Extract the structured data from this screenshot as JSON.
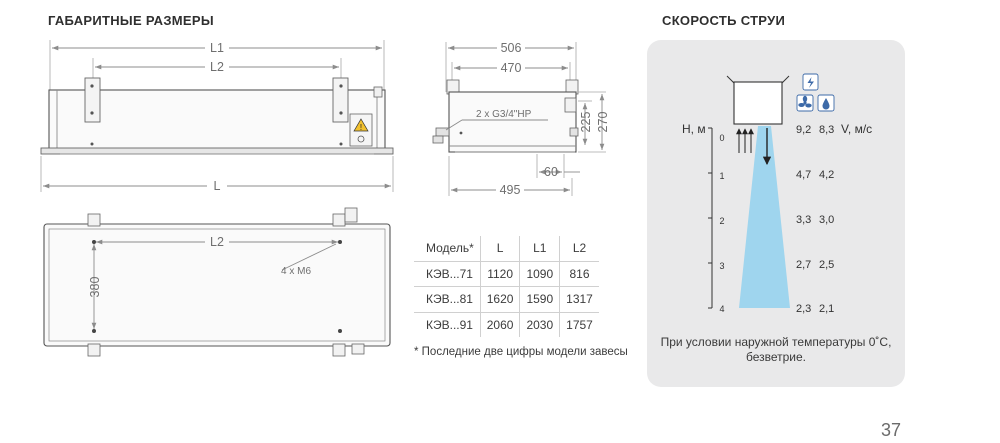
{
  "headings": {
    "dimensions": "ГАБАРИТНЫЕ РАЗМЕРЫ",
    "jet_speed": "СКОРОСТЬ СТРУИ"
  },
  "drawing_labels": {
    "l1": "L1",
    "l2": "L2",
    "l": "L",
    "d506": "506",
    "d470": "470",
    "d495": "495",
    "d60": "60",
    "d225": "225",
    "d270": "270",
    "d380": "380",
    "connection": "2 x G3/4\"HP",
    "bolts": "4 x M6"
  },
  "table": {
    "headers": [
      "Модель*",
      "L",
      "L1",
      "L2"
    ],
    "rows": [
      [
        "КЭВ...71",
        "1120",
        "1090",
        "816"
      ],
      [
        "КЭВ...81",
        "1620",
        "1590",
        "1317"
      ],
      [
        "КЭВ...91",
        "2060",
        "2030",
        "1757"
      ]
    ]
  },
  "note": "* Последние две цифры модели завесы",
  "speed": {
    "h_label": "H,  м",
    "v_label": "V, м/с",
    "heights": [
      "0",
      "1",
      "2",
      "3",
      "4"
    ],
    "col1": [
      "9,2",
      "4,7",
      "3,3",
      "2,7",
      "2,3"
    ],
    "col2": [
      "8,3",
      "4,2",
      "3,0",
      "2,5",
      "2,1"
    ],
    "condition": "При условии наружной температуры 0˚С, безветрие."
  },
  "page_number": "37"
}
